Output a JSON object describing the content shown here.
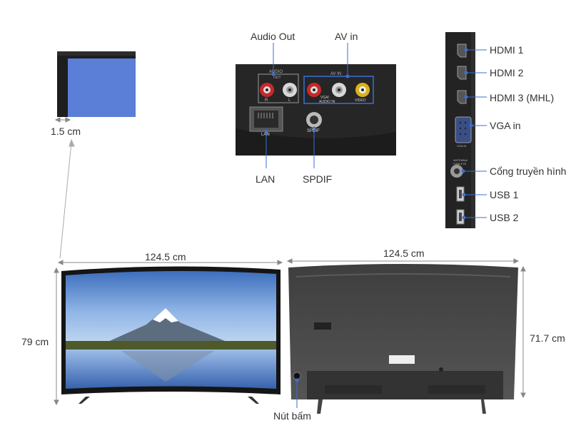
{
  "dimensions": {
    "bezel": "1.5 cm",
    "front_width": "124.5 cm",
    "back_width": "124.5 cm",
    "front_height": "79 cm",
    "back_height": "71.7 cm"
  },
  "rear_panel": {
    "audio_out": "Audio Out",
    "av_in": "AV in",
    "lan": "LAN",
    "spdif": "SPDIF",
    "printed": {
      "audio": "AUDIO",
      "out": "OUT",
      "r": "R",
      "l": "L",
      "av_in": "AV IN",
      "vga_audio": "VGA/",
      "audio_in": "AUDIO IN",
      "video": "VIDEO",
      "lan": "LAN",
      "spdif": "SPDIF"
    }
  },
  "side_panel": {
    "ports": [
      "HDMI 1",
      "HDMI 2",
      "HDMI 3 (MHL)",
      "VGA in",
      "Cổng truyền hình",
      "USB 1",
      "USB 2"
    ],
    "printed": {
      "vga": "VGA IN",
      "antenna": "ANTENNA/",
      "cable": "CABLE IN"
    }
  },
  "back_view": {
    "button_label": "Nút bấm"
  },
  "colors": {
    "screen_blue": "#5b7fd6",
    "panel_dark": "#262626",
    "rca_red": "#c8282a",
    "rca_white": "#d8d8d8",
    "rca_yellow": "#d9b21c",
    "av_box": "#3a6fd6",
    "tv_back": "#4a4a4a"
  }
}
